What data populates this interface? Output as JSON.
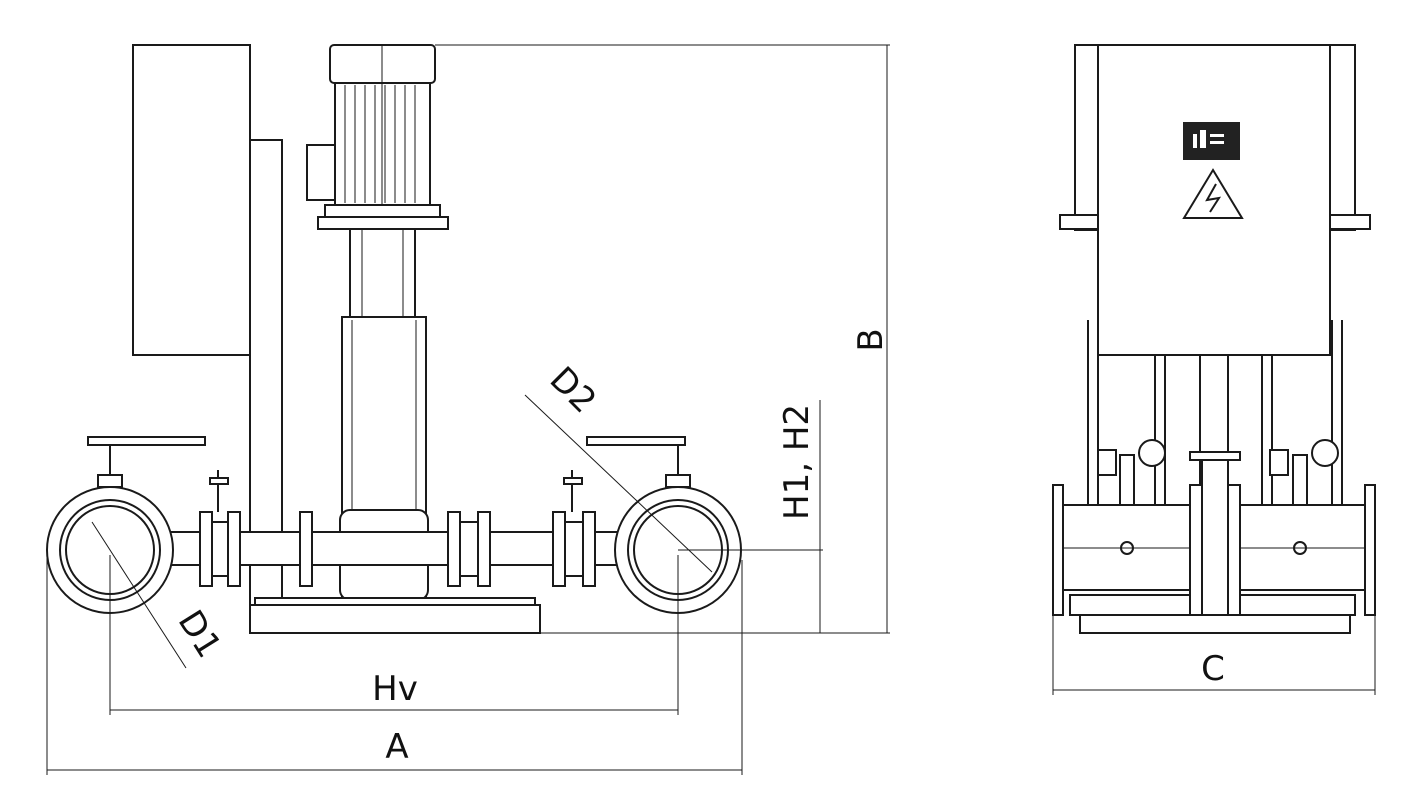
{
  "drawing": {
    "dimension_labels": {
      "height_total": "B",
      "outlet_heights": "H1, H2",
      "outlet_diameter": "D2",
      "inlet_diameter": "D1",
      "center_distance": "Hv",
      "total_length": "A",
      "width": "C"
    },
    "views": [
      "side-view",
      "front-view"
    ],
    "icons": [
      "high-voltage-warning-icon",
      "control-display-icon"
    ],
    "line_color": "#1a1a1a"
  }
}
